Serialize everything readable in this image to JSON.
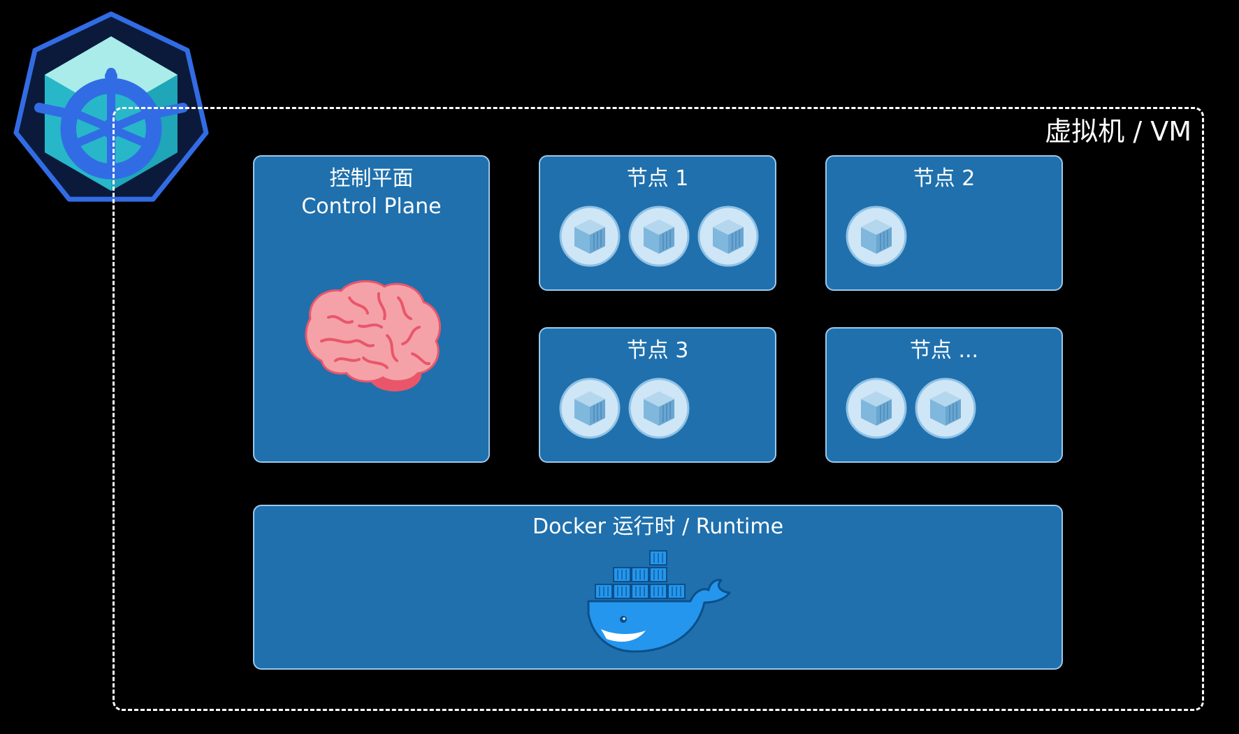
{
  "diagram": {
    "vm_label": "虚拟机 / VM",
    "control_plane": {
      "title_cn": "控制平面",
      "title_en": "Control Plane",
      "icon": "brain-icon"
    },
    "nodes": [
      {
        "title": "节点 1",
        "pod_count": 3
      },
      {
        "title": "节点 2",
        "pod_count": 1
      },
      {
        "title": "节点 3",
        "pod_count": 2
      },
      {
        "title": "节点 ...",
        "pod_count": 2
      }
    ],
    "runtime": {
      "title": "Docker 运行时 / Runtime",
      "icon": "docker-whale-icon"
    },
    "logo": "kubernetes-logo-icon",
    "pod_icon": "container-cube-icon"
  },
  "colors": {
    "background": "#000000",
    "panel_fill": "#1f70ad",
    "panel_border": "#9ec8ea",
    "k8s_blue": "#326ce5",
    "k8s_teal": "#27b7c9",
    "docker_blue": "#2496ed",
    "brain_pink": "#f4a2a8"
  }
}
